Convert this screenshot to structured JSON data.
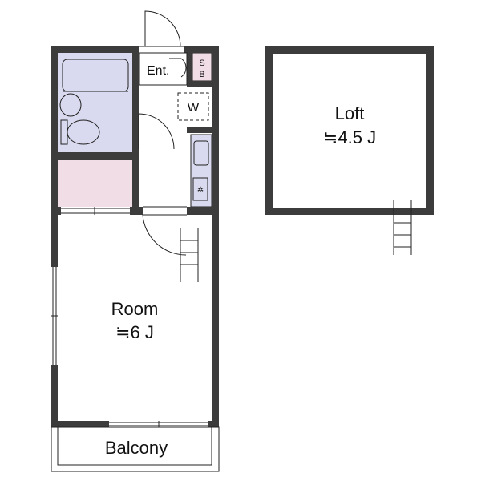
{
  "floorplan": {
    "rooms": {
      "room": {
        "name": "Room",
        "size": "≒6 J"
      },
      "loft": {
        "name": "Loft",
        "size": "≒4.5 J"
      },
      "balcony": {
        "name": "Balcony"
      },
      "entrance": {
        "name": "Ent."
      },
      "shoe_box": {
        "name": "S\nB",
        "line1": "S",
        "line2": "B"
      },
      "washer": {
        "name": "W"
      }
    },
    "colors": {
      "wall": "#3c3c3c",
      "bath": "#d9d9ef",
      "closet": "#f0dde6",
      "kitchen": "#d9d9ef",
      "shoe_box": "#f0dde6"
    }
  }
}
